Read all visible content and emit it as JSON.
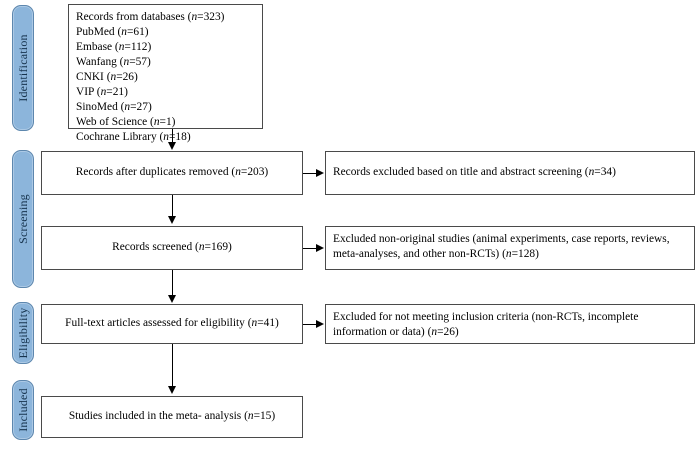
{
  "diagram": {
    "type": "prisma-flow-diagram",
    "title": "PRISMA study selection flow diagram",
    "colors": {
      "stage_pill_fill": "#8cb5db",
      "stage_pill_border": "#5d87ae",
      "box_border": "#4a4a4a",
      "text": "#000000",
      "background": "#ffffff"
    }
  },
  "stages": [
    {
      "id": "identification",
      "label": "Identification"
    },
    {
      "id": "screening",
      "label": "Screening"
    },
    {
      "id": "eligibility",
      "label": "Eligibility"
    },
    {
      "id": "included",
      "label": "Included"
    }
  ],
  "boxes": {
    "identification": {
      "header": "Records from databases (n=323)",
      "sources": [
        {
          "name": "PubMed",
          "n": 61,
          "line": "PubMed (n=61)"
        },
        {
          "name": "Embase",
          "n": 112,
          "line": "Embase (n=112)"
        },
        {
          "name": "Wanfang",
          "n": 57,
          "line": "Wanfang (n=57)"
        },
        {
          "name": "CNKI",
          "n": 26,
          "line": "CNKI (n=26)"
        },
        {
          "name": "VIP",
          "n": 21,
          "line": "VIP (n=21)"
        },
        {
          "name": "SinoMed",
          "n": 27,
          "line": "SinoMed (n=27)"
        },
        {
          "name": "Web of Science",
          "n": 1,
          "line": "Web of Science (n=1)"
        },
        {
          "name": "Cochrane Library",
          "n": 18,
          "line": "Cochrane Library (n=18)"
        }
      ],
      "total_n": 323
    },
    "duplicates_removed": {
      "text": "Records after duplicates removed (n=203)",
      "n": 203
    },
    "excluded_title_abstract": {
      "text": "Records excluded based on title and abstract screening (n=34)",
      "n": 34
    },
    "records_screened": {
      "text": "Records screened (n=169)",
      "n": 169
    },
    "excluded_non_original": {
      "text": "Excluded non-original studies (animal experiments, case reports, reviews, meta-analyses, and other non-RCTs) (n=128)",
      "n": 128
    },
    "full_text_assessed": {
      "text": "Full-text articles assessed for eligibility (n=41)",
      "n": 41
    },
    "excluded_inclusion_criteria": {
      "text": "Excluded for not meeting inclusion criteria (non-RCTs, incomplete information or data) (n=26)",
      "n": 26
    },
    "studies_included": {
      "text": "Studies included in the meta- analysis (n=15)",
      "n": 15
    }
  }
}
